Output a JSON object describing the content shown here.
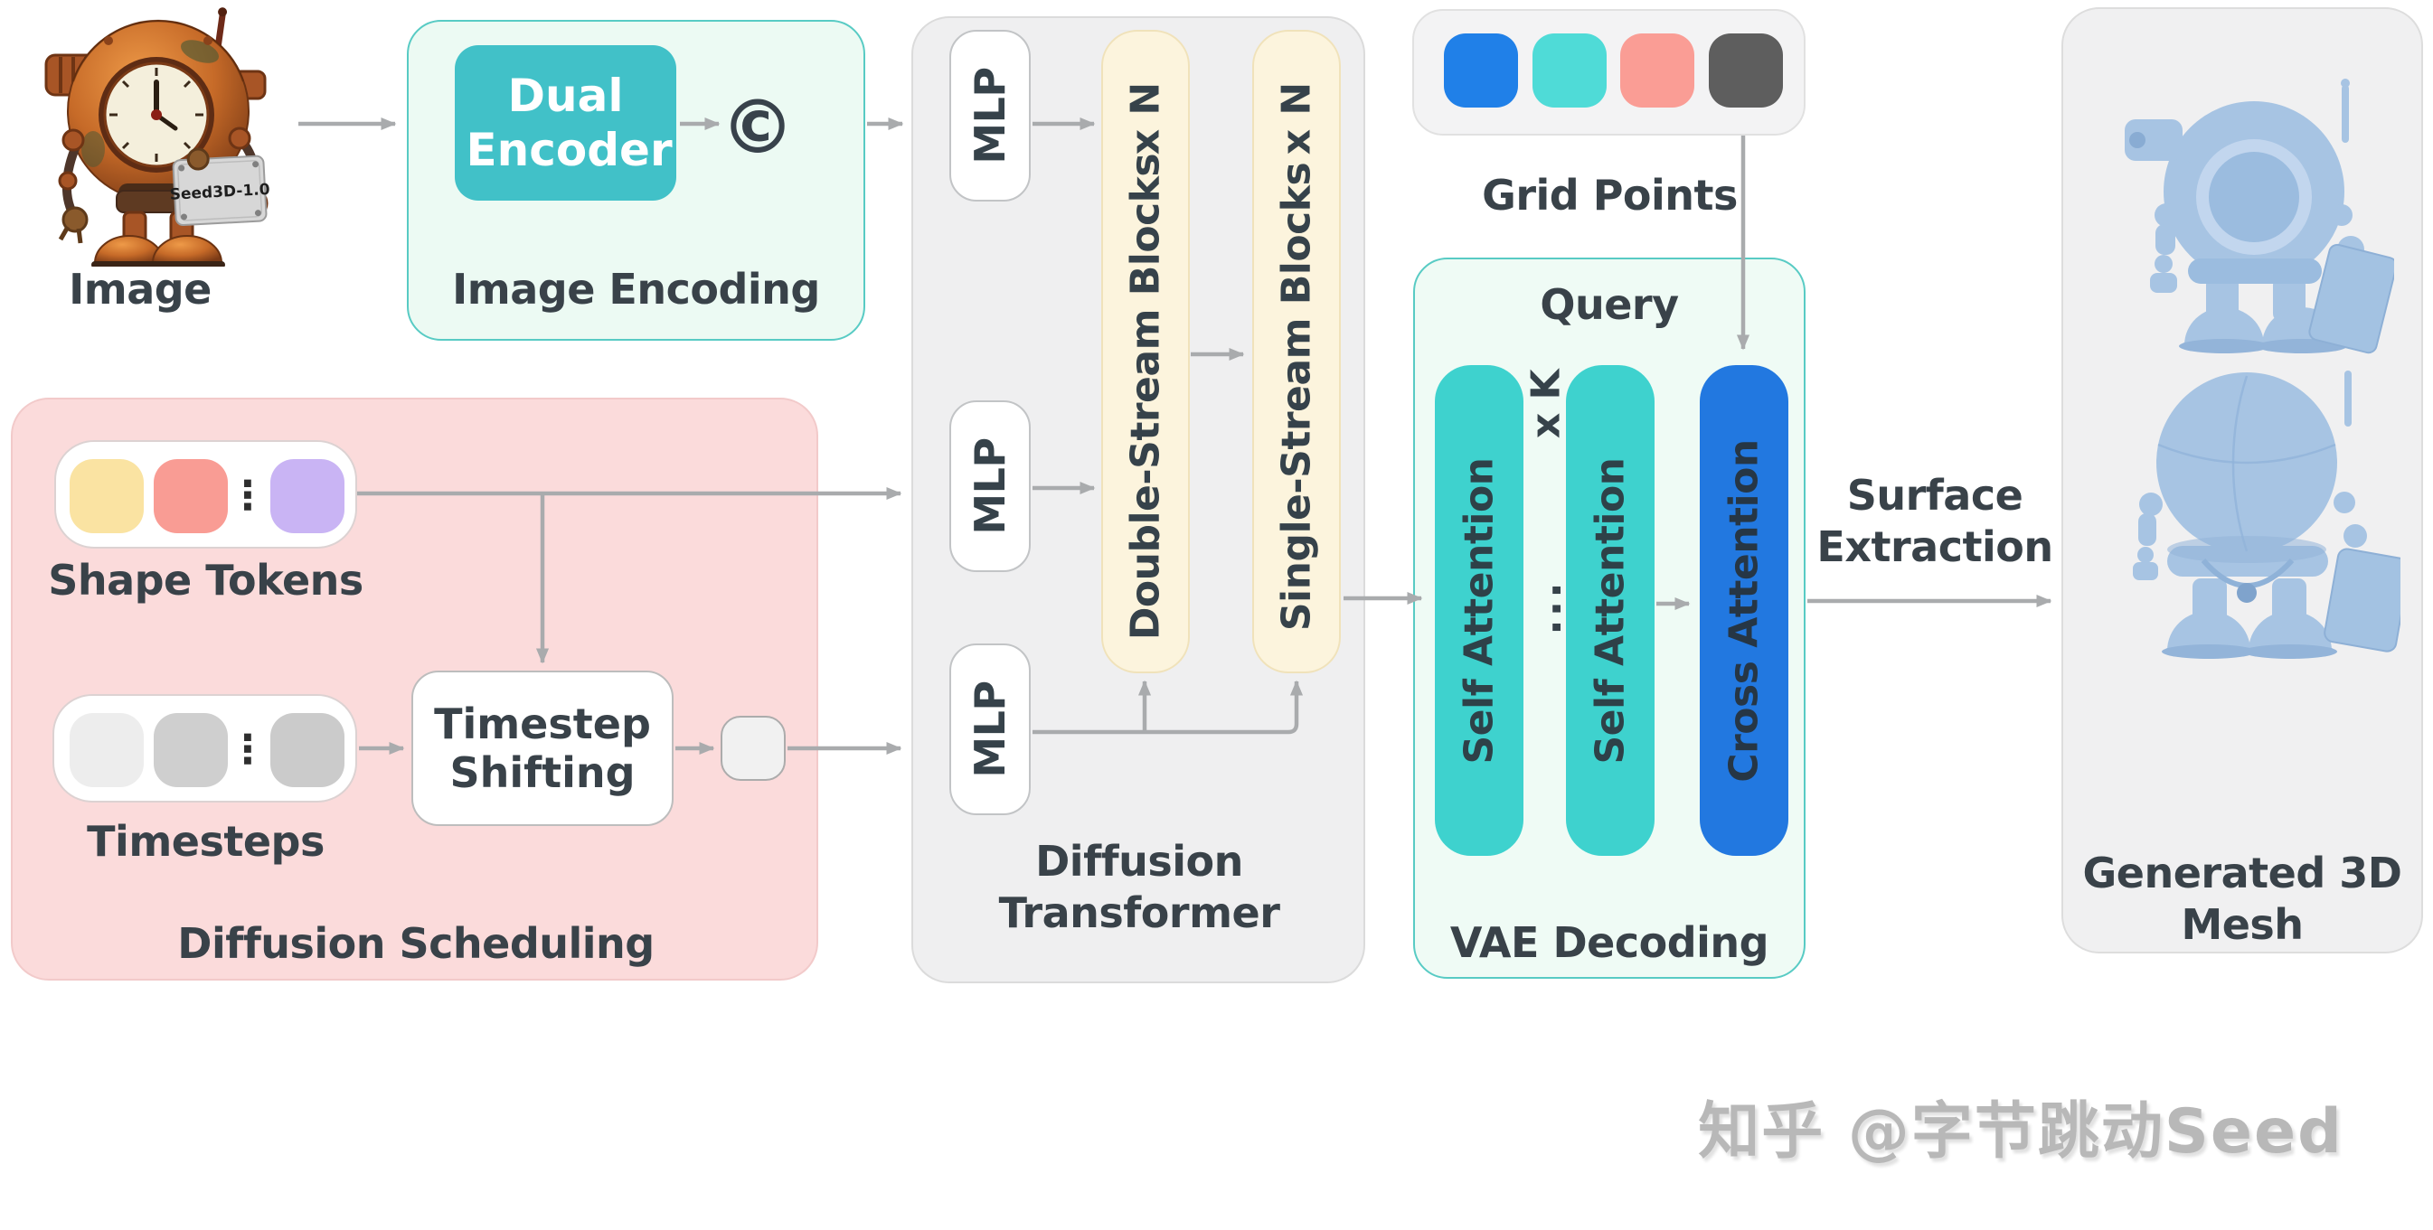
{
  "input": {
    "label": "Image",
    "sign": "Seed3D-1.0"
  },
  "encoding": {
    "title": "Image Encoding",
    "dual_encoder": "Dual Encoder",
    "concat_symbol": "©"
  },
  "scheduling": {
    "title": "Diffusion Scheduling",
    "shape_tokens": "Shape Tokens",
    "timesteps": "Timesteps",
    "timestep_shifting": "Timestep Shifting",
    "vdots": "⋮",
    "shape_token_colors": [
      "#FAE3A2",
      "#F99C94",
      "#C9B4F4"
    ],
    "timestep_colors": [
      "#EDEDED",
      "#CFCFCF",
      "#CBCBCB"
    ]
  },
  "transformer": {
    "title": "Diffusion Transformer",
    "mlp": "MLP",
    "double_stream": "Double-Stream Blocks",
    "single_stream": "Single-Stream Blocks",
    "repeat_n": "x N"
  },
  "grid": {
    "label": "Grid Points",
    "colors": [
      "#2080E8",
      "#4FDBD7",
      "#FA9D95",
      "#5E5E5E"
    ]
  },
  "vae": {
    "title": "VAE Decoding",
    "query": "Query",
    "self_attention": "Self Attention",
    "cross_attention": "Cross Attention",
    "repeat_k": "x K",
    "hdots": "..."
  },
  "surface": {
    "label": "Surface Extraction"
  },
  "output": {
    "label": "Generated 3D Mesh"
  },
  "watermark": {
    "text": "知乎 @字节跳动Seed"
  },
  "colors": {
    "mint_fill": "#ECFAF3",
    "teal_border": "#58CBC4",
    "teal_block": "#41C1C8",
    "pink_fill": "#FBDBDB",
    "gray_fill": "#EFEFF0",
    "cream_fill": "#FCF4DD",
    "self_attention_bar": "#3ED2CE",
    "cross_attention_bar": "#2278E0",
    "arrow": "#A9ABAD",
    "text": "#394249",
    "mesh_blue": "#A7C4E3"
  }
}
